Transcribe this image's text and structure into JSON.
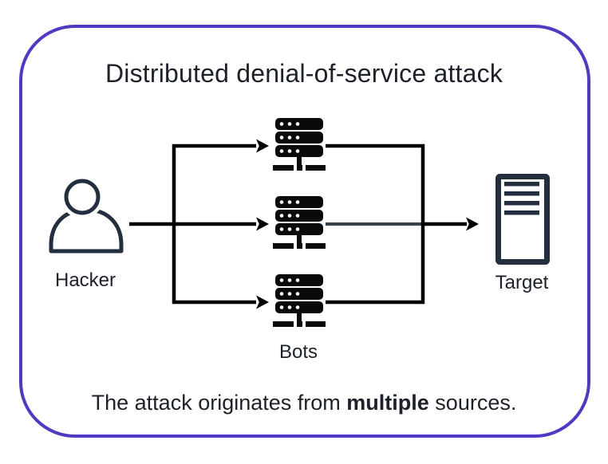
{
  "diagram": {
    "title": "Distributed denial-of-service attack",
    "nodes": {
      "hacker": {
        "label": "Hacker",
        "icon": "person-icon"
      },
      "bots": {
        "label": "Bots",
        "icon": "server-stack-icon",
        "count": 3
      },
      "target": {
        "label": "Target",
        "icon": "server-tower-icon"
      }
    },
    "caption": {
      "prefix": "The attack originates from ",
      "emphasis": "multiple",
      "suffix": " sources."
    }
  },
  "colors": {
    "border": "#5338c2",
    "icon_outline": "#232f3e",
    "bot_fill": "#0a0a0a",
    "arrow": "#000000",
    "mid_line": "#37424e",
    "text": "#1d2129",
    "background": "#ffffff"
  }
}
